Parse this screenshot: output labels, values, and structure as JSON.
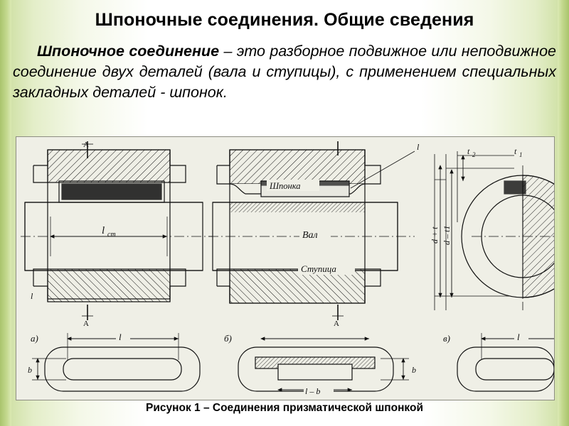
{
  "slide": {
    "title": "Шпоночные соединения. Общие сведения",
    "lead": "Шпоночное   соединение",
    "body": " – это разборное подвижное или неподвижное соединение двух деталей (вала и ступицы), с применением специальных закладных деталей - шпонок.",
    "caption": "Рисунок 1 – Соединения призматической шпонкой"
  },
  "figure": {
    "labels": {
      "shponka": "Шпонка",
      "val": "Вал",
      "stupitsa": "Ступица",
      "l_st": "l_ст",
      "l": "l",
      "b": "b",
      "d_plus_t": "d + t",
      "d_minus_t1": "d – t1",
      "t2": "t2",
      "t1": "t1",
      "section_a_top": "А",
      "section_a_bottom": "А",
      "variant_a": "а)",
      "variant_b": "б)",
      "variant_v": "в)",
      "l_minus_b": "l – b"
    }
  }
}
